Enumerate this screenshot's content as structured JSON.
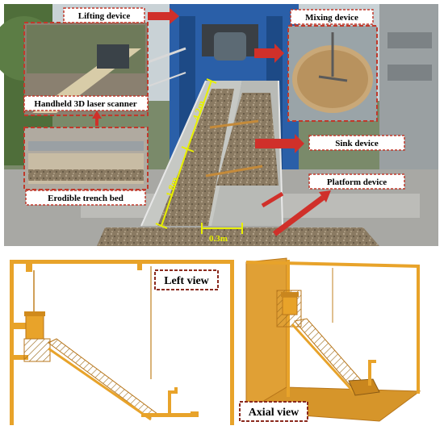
{
  "photo_labels": {
    "lifting": "Lifting device",
    "mixing": "Mixing device",
    "scanner": "Handheld 3D laser scanner",
    "sink": "Sink device",
    "platform": "Platform device",
    "trench": "Erodible trench bed"
  },
  "dimensions": {
    "upper_length": "4.2m",
    "lower_length": "1.8m",
    "width": "0.3m"
  },
  "views": {
    "left": "Left view",
    "axial": "Axial view"
  },
  "colors": {
    "label_border": "#c0392b",
    "arrow": "#d0302a",
    "dimension": "#e8f000",
    "model": "#e8a32a",
    "model_dark": "#b8761a",
    "frame_blue": "#2a5fa8"
  }
}
